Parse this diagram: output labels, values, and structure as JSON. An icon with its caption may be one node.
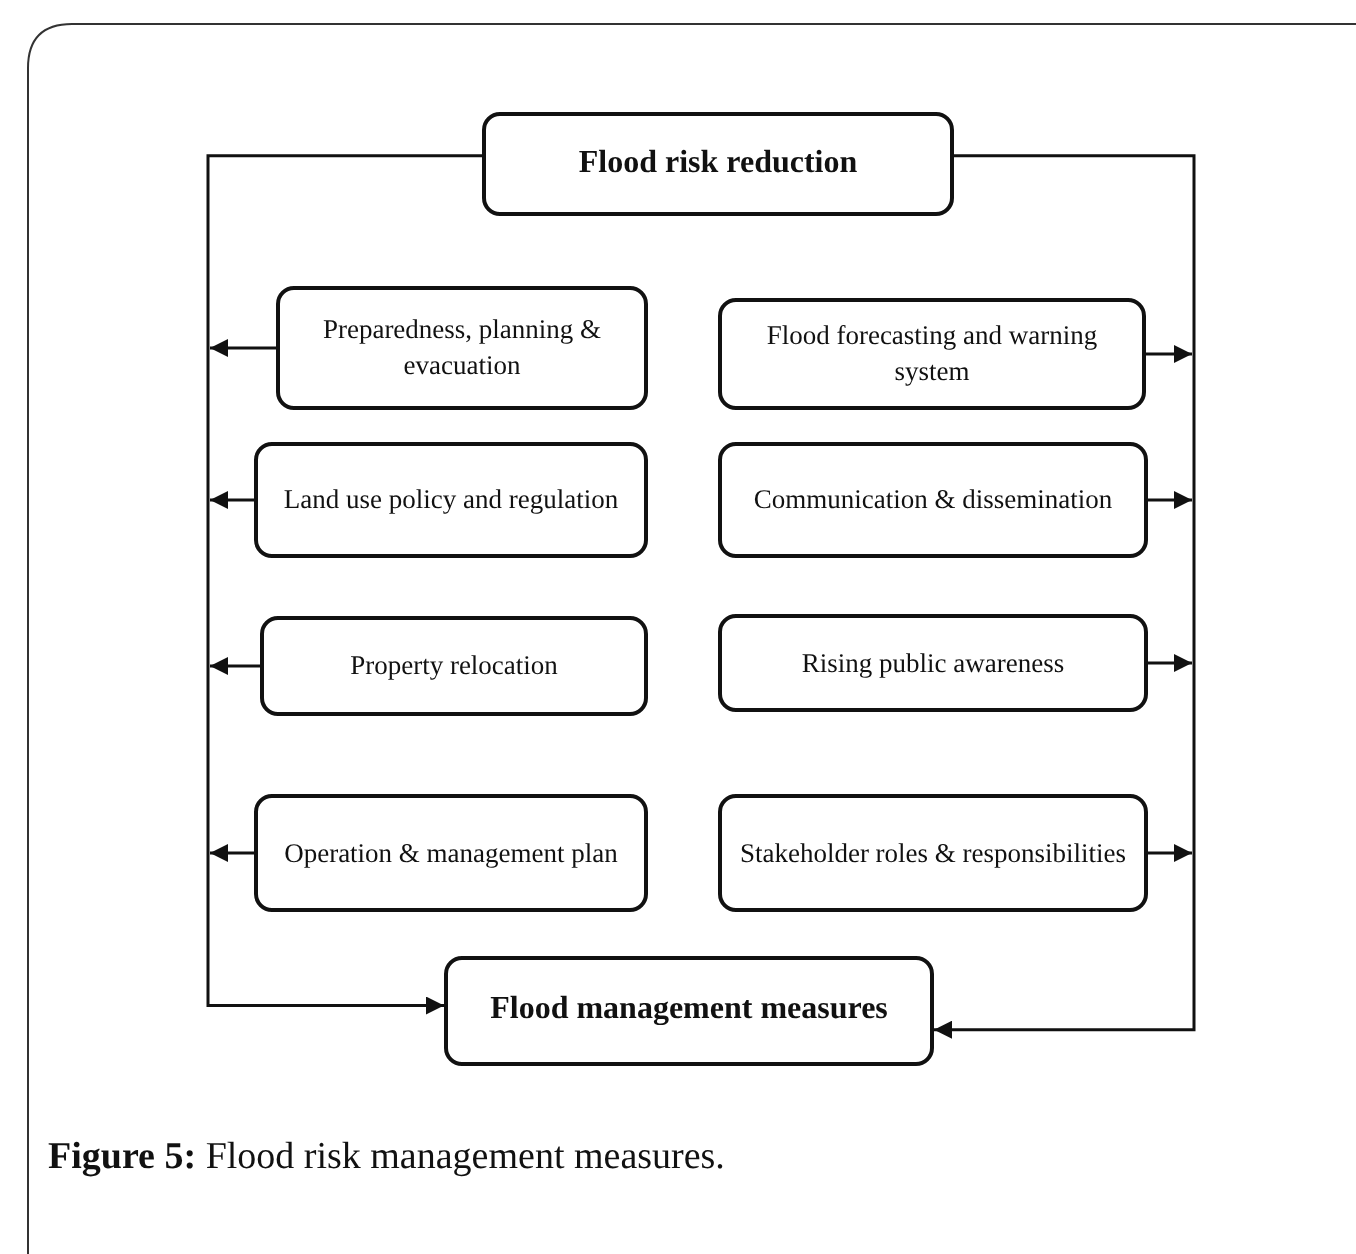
{
  "diagram": {
    "caption": "**Figure 5:** Flood risk management measures.",
    "nodes": [
      {
        "text": [
          "Flood risk reduction"
        ]
      },
      {
        "text": [
          "Preparedness, planning & evacuation"
        ]
      },
      {
        "text": [
          "Flood forecasting and warning system"
        ]
      },
      {
        "text": [
          "Land use policy and regulation"
        ]
      },
      {
        "text": [
          "Communication & dissemination"
        ]
      },
      {
        "text": [
          "Property relocation"
        ]
      },
      {
        "text": [
          "Rising public awareness"
        ]
      },
      {
        "text": [
          "Operation & management plan"
        ]
      },
      {
        "text": [
          "Stakeholder roles & responsibilities"
        ]
      },
      {
        "text": [
          "Flood management measures"
        ]
      }
    ],
    "edges": [
      {
        "from": 0,
        "to": 9,
        "arrow": "to"
      },
      {
        "from": 0,
        "to": 9,
        "arrow": "to"
      },
      {
        "from": 1,
        "to": null,
        "arrow": "to"
      },
      {
        "from": 2,
        "to": null,
        "arrow": "to"
      },
      {
        "from": 3,
        "to": null,
        "arrow": "to"
      },
      {
        "from": 4,
        "to": null,
        "arrow": "to"
      },
      {
        "from": 5,
        "to": null,
        "arrow": "to"
      },
      {
        "from": 6,
        "to": null,
        "arrow": "to"
      },
      {
        "from": 7,
        "to": null,
        "arrow": "to"
      },
      {
        "from": 8,
        "to": null,
        "arrow": "to"
      }
    ]
  }
}
